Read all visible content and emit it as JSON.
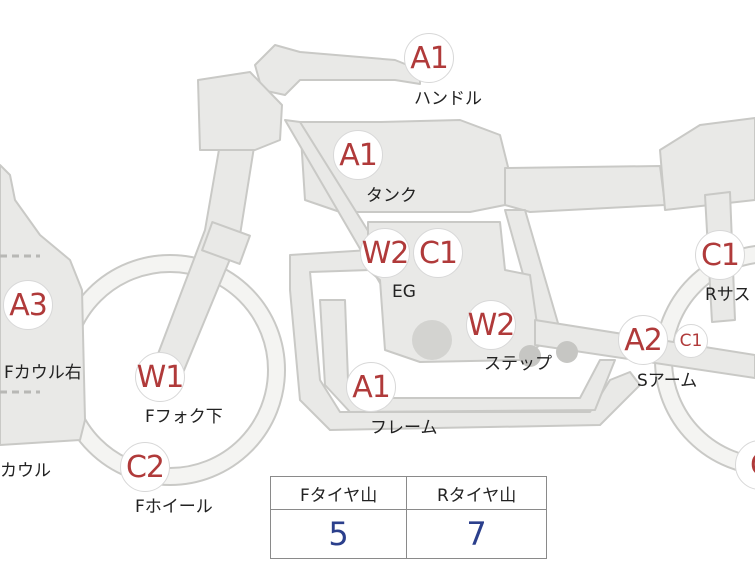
{
  "colors": {
    "marker_text": "#b03a3a",
    "tire_value": "#2b3f8c",
    "silhouette": "#e9e9e7",
    "outline": "#c9c9c6"
  },
  "markers": {
    "handle_code": "A1",
    "tank_code": "A1",
    "engine_code_1": "W2",
    "engine_code_2": "C1",
    "step_code": "W2",
    "frame_code": "A1",
    "cowl_right_code": "A3",
    "fork_code": "W1",
    "wheel_code": "C2",
    "rsus_code": "C1",
    "sarm_code_1": "A2",
    "sarm_code_2": "C1",
    "right_edge_code": "C"
  },
  "labels": {
    "handle": "ハンドル",
    "tank": "タンク",
    "engine": "EG",
    "step": "ステップ",
    "frame": "フレーム",
    "cowl_right": "Fカウル右",
    "cowl": "カウル",
    "fork": "Fフォク下",
    "wheel": "Fホイール",
    "rsus": "Rサス",
    "sarm": "Sアーム"
  },
  "tire_table": {
    "headers": [
      "Fタイヤ山",
      "Rタイヤ山"
    ],
    "values": [
      "5",
      "7"
    ]
  }
}
